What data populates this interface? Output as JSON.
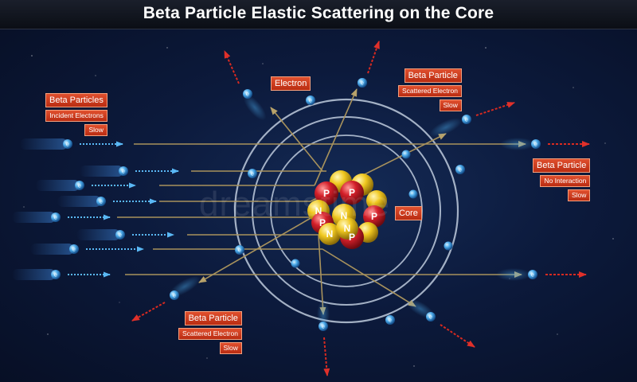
{
  "title": "Beta Particle Elastic Scattering on the Core",
  "watermark": "dreamstime",
  "labels": {
    "incident": {
      "name": "Beta Particles",
      "line2": "Incident Electrons",
      "line3": "Slow"
    },
    "electron": {
      "name": "Electron"
    },
    "scattered_top": {
      "name": "Beta Particle",
      "line2": "Scattered Electron",
      "line3": "Slow"
    },
    "no_interaction": {
      "name": "Beta Particle",
      "line2": "No Interaction",
      "line3": "Slow"
    },
    "core": {
      "name": "Core"
    },
    "scattered_bottom": {
      "name": "Beta Particle",
      "line2": "Scattered Electron",
      "line3": "Slow"
    }
  },
  "particle_symbols": {
    "electron": "e",
    "proton": "P",
    "neutron": "N"
  },
  "colors": {
    "background": "#0c1a3c",
    "electron": "#4aa8e8",
    "proton": "#d4202a",
    "neutron": "#f0c820",
    "scatter_arrow": "#d82a20",
    "incident_arrow": "#3a9ee8",
    "track": "#a8925c",
    "label_bg": "#c8391a"
  },
  "icons": [
    "electron-icon",
    "proton-icon",
    "neutron-icon",
    "arrow-icon"
  ]
}
